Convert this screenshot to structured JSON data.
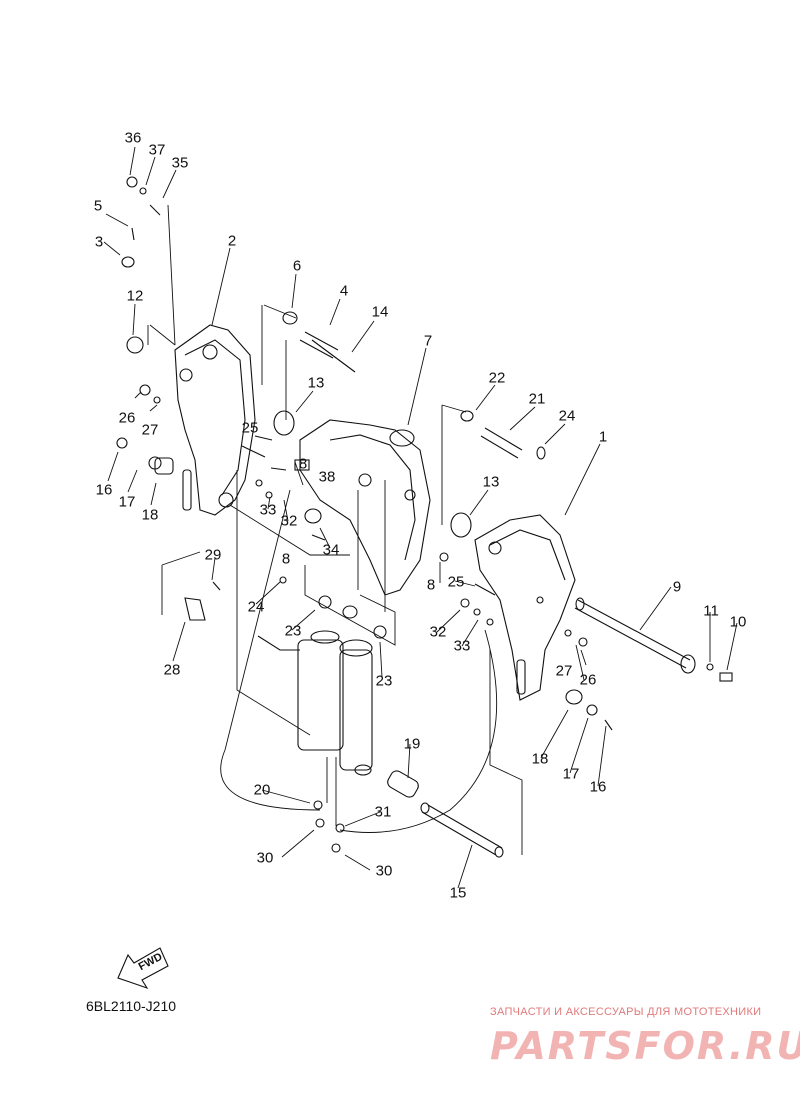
{
  "diagram_code": "6BL2110-J210",
  "fwd_label": "FWD",
  "watermark": {
    "tagline": "ЗАПЧАСТИ И АКСЕССУАРЫ ДЛЯ МОТОТЕХНИКИ",
    "logo": "PARTSFOR.RU"
  },
  "callouts": {
    "c1": "1",
    "c2": "2",
    "c3": "3",
    "c4": "4",
    "c5": "5",
    "c6": "6",
    "c7": "7",
    "c8a": "8",
    "c8b": "8",
    "c8c": "8",
    "c9": "9",
    "c10": "10",
    "c11": "11",
    "c12": "12",
    "c13a": "13",
    "c13b": "13",
    "c14": "14",
    "c15": "15",
    "c16a": "16",
    "c16b": "16",
    "c17a": "17",
    "c17b": "17",
    "c18a": "18",
    "c18b": "18",
    "c19": "19",
    "c20": "20",
    "c21": "21",
    "c22": "22",
    "c23a": "23",
    "c23b": "23",
    "c24a": "24",
    "c24b": "24",
    "c25a": "25",
    "c25b": "25",
    "c26a": "26",
    "c26b": "26",
    "c27a": "27",
    "c27b": "27",
    "c28": "28",
    "c29": "29",
    "c30a": "30",
    "c30b": "30",
    "c31": "31",
    "c32a": "32",
    "c32b": "32",
    "c33a": "33",
    "c33b": "33",
    "c34": "34",
    "c35": "35",
    "c36": "36",
    "c37": "37",
    "c38": "38"
  }
}
